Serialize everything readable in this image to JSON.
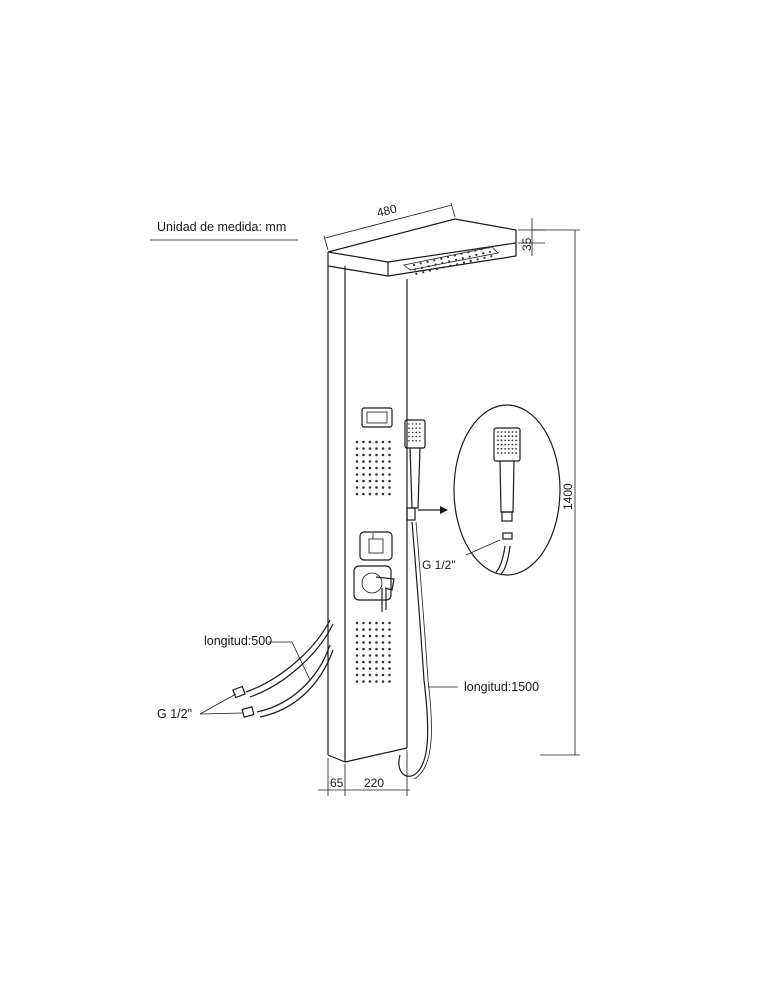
{
  "units_label": "Unidad de medida: mm",
  "dimensions": {
    "top_width": "480",
    "top_thickness": "35",
    "total_height": "1400",
    "panel_depth": "65",
    "panel_width": "220"
  },
  "callouts": {
    "hose_length_inlets": "longitud:500",
    "inlet_thread": "G 1/2\"",
    "shower_hose_length": "longitud:1500",
    "handshower_thread": "G 1/2\""
  }
}
